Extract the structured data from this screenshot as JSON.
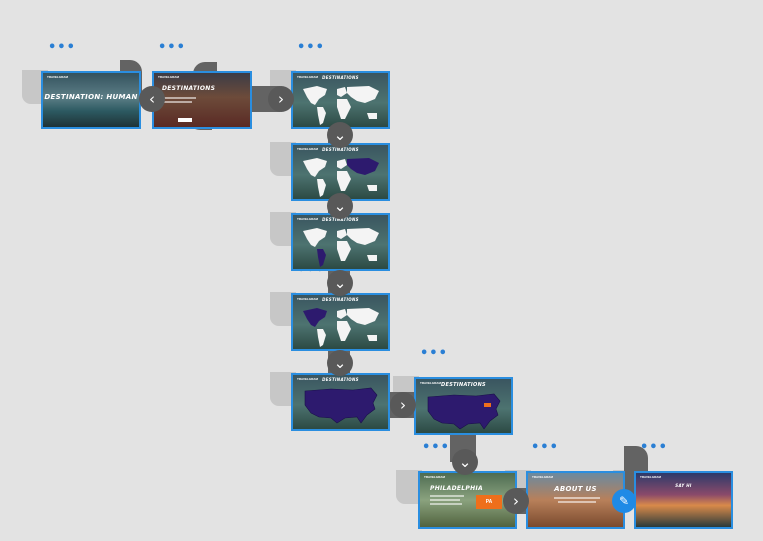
{
  "colors": {
    "accent": "#2a8ee0",
    "connector": "#636363",
    "ghost": "#c7c7c7",
    "canvas": "#e3e3e3",
    "cta": "#ee6f1b"
  },
  "menu_icon": "•••",
  "arrow_right": "›",
  "arrow_down": "⌄",
  "edit_icon": "✎",
  "cards": [
    {
      "id": "home",
      "brand": "TRAVELGRAM",
      "title": "DESTINATION: HUMAN"
    },
    {
      "id": "destinations",
      "brand": "TRAVELGRAM",
      "title": "DESTINATIONS"
    },
    {
      "id": "world",
      "brand": "TRAVELGRAM",
      "title": "DESTINATIONS"
    },
    {
      "id": "world-asia",
      "brand": "TRAVELGRAM",
      "title": "DESTINATIONS"
    },
    {
      "id": "world-samerica",
      "brand": "TRAVELGRAM",
      "title": "DESTINATIONS"
    },
    {
      "id": "world-namerica",
      "brand": "TRAVELGRAM",
      "title": "DESTINATIONS"
    },
    {
      "id": "usa",
      "brand": "TRAVELGRAM",
      "title": "DESTINATIONS"
    },
    {
      "id": "usa-state",
      "brand": "TRAVELGRAM",
      "title": "DESTINATIONS"
    },
    {
      "id": "philadelphia",
      "brand": "TRAVELGRAM",
      "title": "PHILADELPHIA",
      "cta": "PA"
    },
    {
      "id": "about",
      "brand": "TRAVELGRAM",
      "title": "ABOUT US"
    },
    {
      "id": "contact",
      "brand": "TRAVELGRAM",
      "title": "SAY HI"
    }
  ]
}
